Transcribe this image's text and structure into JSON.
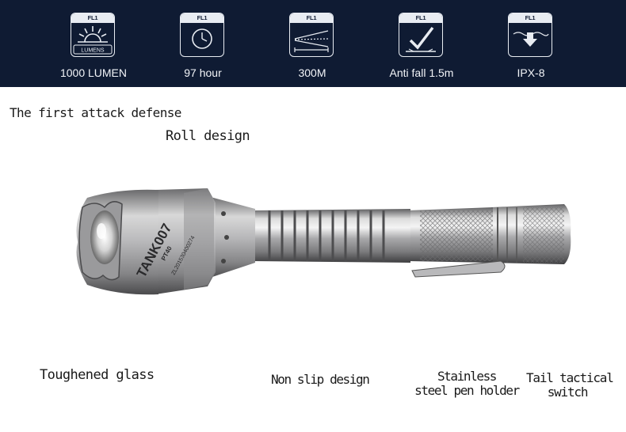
{
  "specs": [
    {
      "badge": "FL1 STANDARD",
      "sub": "LUMENS",
      "label": "1000 LUMEN",
      "icon": "sun-lumens-icon"
    },
    {
      "badge": "FL1 STANDARD",
      "label": "97 hour",
      "icon": "clock-icon"
    },
    {
      "badge": "FL1 STANDARD",
      "label": "300M",
      "icon": "beam-distance-icon"
    },
    {
      "badge": "FL1 STANDARD",
      "label": "Anti fall 1.5m",
      "icon": "impact-check-icon"
    },
    {
      "badge": "FL1 STANDARD",
      "label": "IPX-8",
      "icon": "water-arrow-icon"
    }
  ],
  "callouts": {
    "first_attack": "The first attack defense",
    "roll_design": "Roll design",
    "toughened_glass": "Toughened glass",
    "non_slip": "Non slip design",
    "stainless_line1": "Stainless",
    "stainless_line2": "steel pen holder",
    "tail_line1": "Tail tactical",
    "tail_line2": "switch"
  },
  "product": {
    "brand": "TANK007",
    "model": "PT40",
    "serial": "ZL201530400274"
  },
  "colors": {
    "header_bg": "#0f1b33",
    "header_text": "#f2f4f8"
  }
}
